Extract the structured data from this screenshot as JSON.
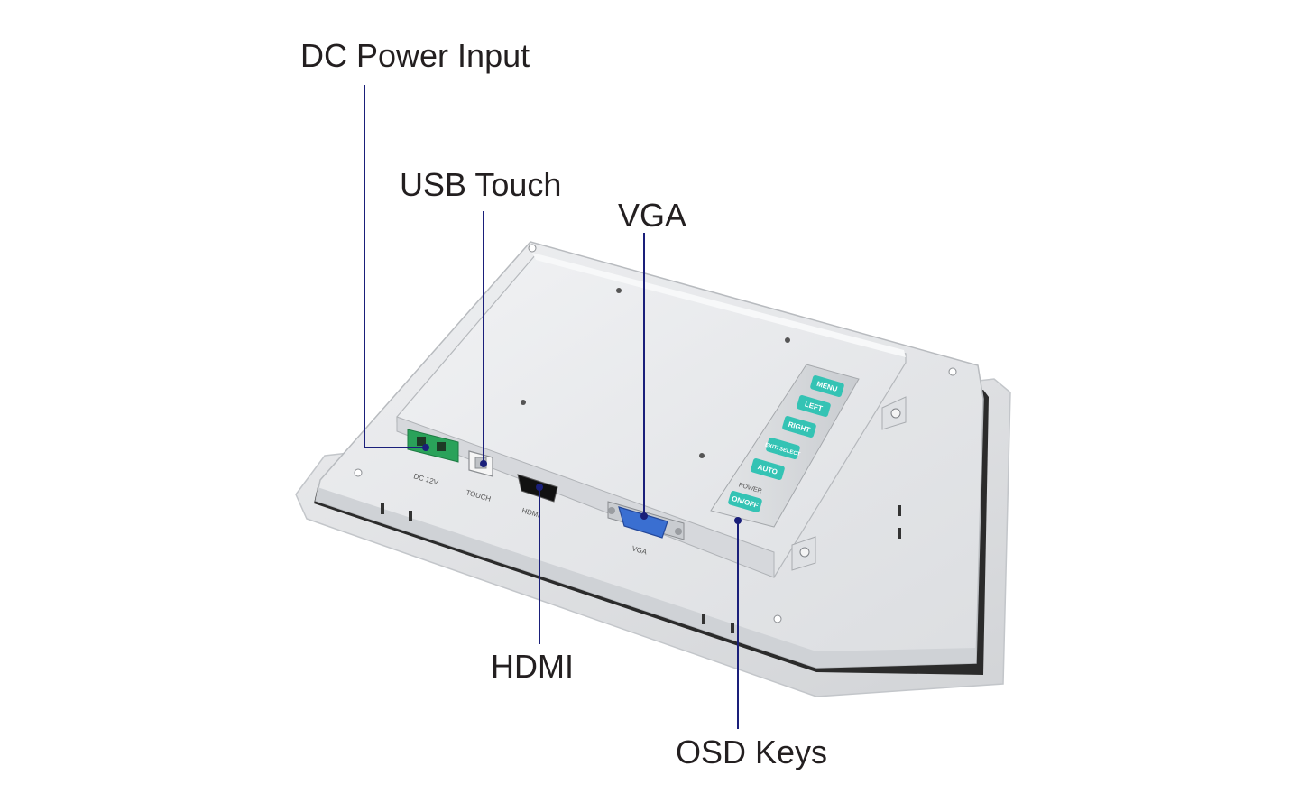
{
  "callouts": {
    "dc_power": "DC Power Input",
    "usb_touch": "USB Touch",
    "vga": "VGA",
    "hdmi": "HDMI",
    "osd_keys": "OSD Keys"
  },
  "port_labels": {
    "dc": "DC  12V",
    "touch": "TOUCH",
    "hdmi": "HDMI",
    "vga": "VGA"
  },
  "osd_buttons": [
    "MENU",
    "LEFT",
    "RIGHT",
    "EXIT/ SELECT",
    "AUTO",
    "ON/OFF"
  ],
  "osd_power_label": "POWER",
  "colors": {
    "leader_line": "#1a1f7a",
    "osd_key": "#34c3b4",
    "terminal_block": "#2aa25a",
    "vga_connector": "#3a6fd1"
  }
}
